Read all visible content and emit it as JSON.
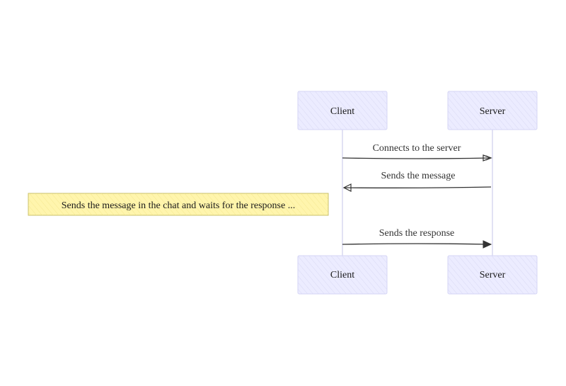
{
  "diagram": {
    "type": "sequence",
    "participants": [
      {
        "id": "client",
        "label": "Client"
      },
      {
        "id": "server",
        "label": "Server"
      }
    ],
    "messages": [
      {
        "from": "client",
        "to": "server",
        "label": "Connects to the server",
        "arrow": "open-double"
      },
      {
        "from": "server",
        "to": "client",
        "label": "Sends the message",
        "arrow": "open"
      },
      {
        "from": "client",
        "to": "server",
        "label": "Sends the response",
        "arrow": "filled"
      }
    ],
    "note": {
      "text": "Sends the message in the chat and waits for the response ..."
    }
  },
  "colors": {
    "actor_fill": "#ECECFF",
    "actor_stroke": "#D4D4F5",
    "lifeline": "#D9D9F0",
    "message_line": "#333333",
    "note_fill": "#FFF5AD",
    "note_stroke": "#C9C06A"
  }
}
